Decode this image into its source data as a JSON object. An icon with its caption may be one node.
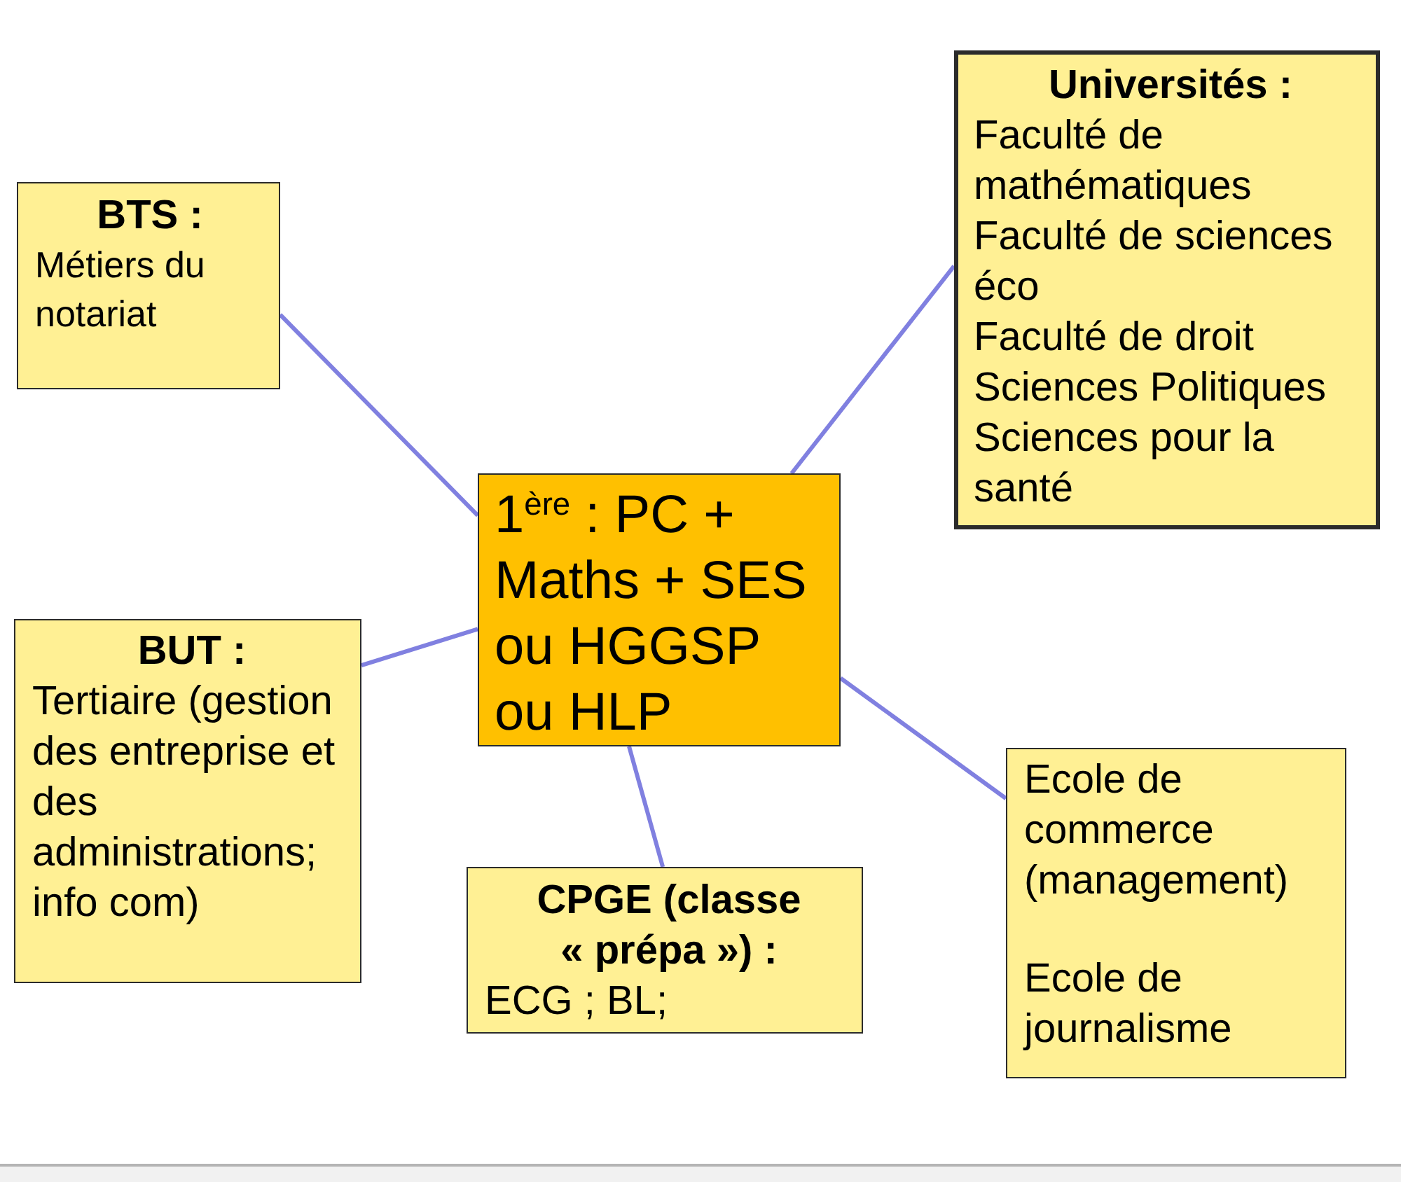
{
  "diagram": {
    "nodes": [
      {
        "text": [
          "BTS :",
          "Métiers du notariat"
        ]
      },
      {
        "text": [
          "Universités :",
          "Faculté de mathématiques",
          "Faculté de sciences éco",
          "Faculté de droit",
          "Sciences Politiques",
          "Sciences pour la santé"
        ]
      },
      {
        "text": [
          "1$^{ère}$ : PC + Maths + SES ou HGGSP ou HLP"
        ]
      },
      {
        "text": [
          "BUT :",
          "Tertiaire (gestion des entreprise et des administrations; info com)"
        ]
      },
      {
        "text": [
          "Ecole de commerce (management)",
          "Ecole de journalisme"
        ]
      },
      {
        "text": [
          "CPGE (classe « prépa ») :",
          "ECG ; BL;"
        ]
      }
    ],
    "edges": [
      {
        "from": 2,
        "to": 0,
        "arrow": "none"
      },
      {
        "from": 2,
        "to": 1,
        "arrow": "none"
      },
      {
        "from": 2,
        "to": 3,
        "arrow": "none"
      },
      {
        "from": 2,
        "to": 4,
        "arrow": "none"
      },
      {
        "from": 2,
        "to": 5,
        "arrow": "none"
      }
    ]
  }
}
